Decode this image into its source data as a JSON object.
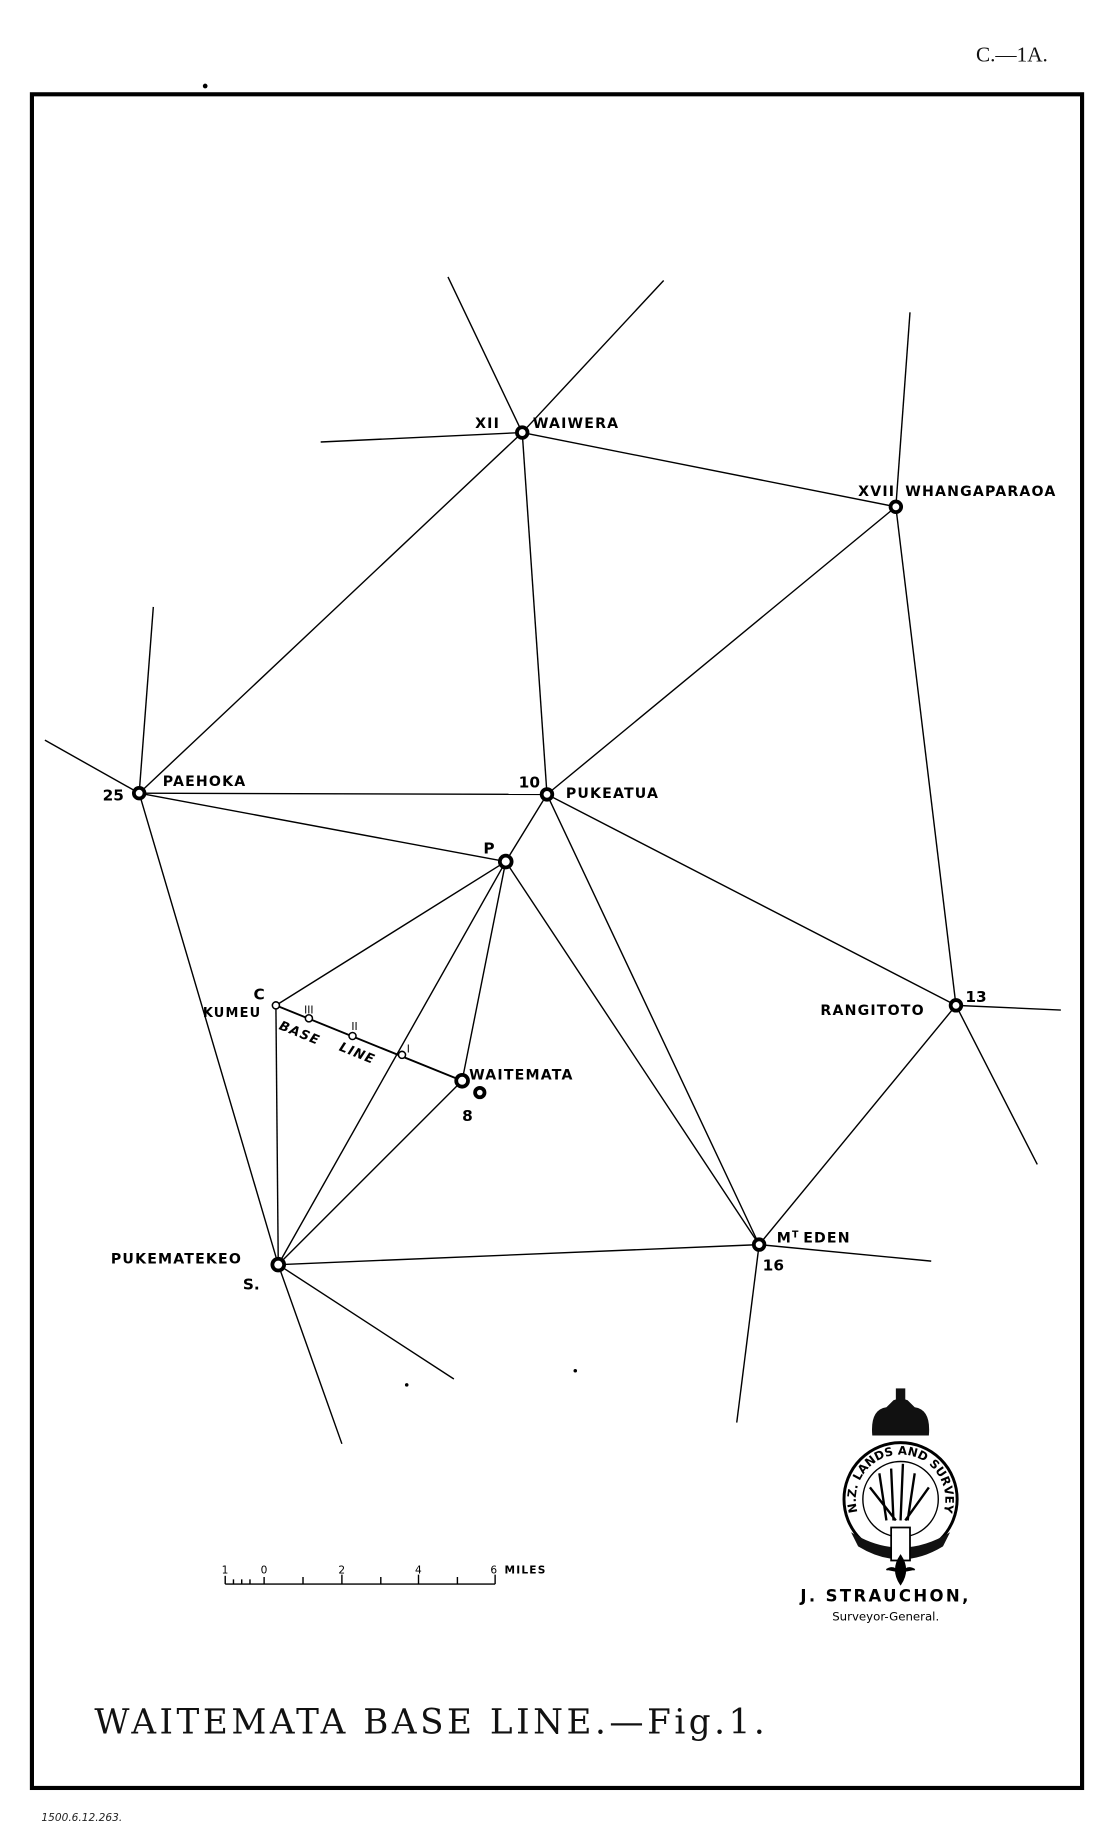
{
  "header": {
    "sheet_ref": "C.—1A."
  },
  "stations": {
    "waiwera": {
      "number": "XII",
      "name": "WAIWERA"
    },
    "whangaparaoa": {
      "number": "XVII",
      "name": "WHANGAPARAOA"
    },
    "paehoka": {
      "number": "25",
      "name": "PAEHOKA"
    },
    "pukeatua": {
      "number": "10",
      "name": "PUKEATUA"
    },
    "p": {
      "number": "P"
    },
    "kumeu": {
      "number": "C",
      "name": "KUMEU"
    },
    "waitemata": {
      "number": "8",
      "name": "WAITEMATA"
    },
    "rangitoto": {
      "number": "13",
      "name": "RANGITOTO"
    },
    "mt_eden": {
      "number": "16",
      "name_prefix": "M",
      "name_sup": "T",
      "name": "EDEN"
    },
    "pukematekeo": {
      "number": "S.",
      "name": "PUKEMATEKEO"
    }
  },
  "base_line": {
    "label_1": "BASE",
    "label_2": "LINE",
    "marks": [
      "III",
      "II",
      "I"
    ]
  },
  "scale_bar": {
    "ticks": [
      "1",
      "0",
      "2",
      "4",
      "6"
    ],
    "unit": "MILES"
  },
  "seal": {
    "text": "N.Z. LANDS AND SURVEY"
  },
  "signature": {
    "name": "J.  STRAUCHON,",
    "title": "Surveyor-General."
  },
  "title": "WAITEMATA  BASE  LINE.—Fig.1.",
  "print_code": "1500.6.12.263."
}
